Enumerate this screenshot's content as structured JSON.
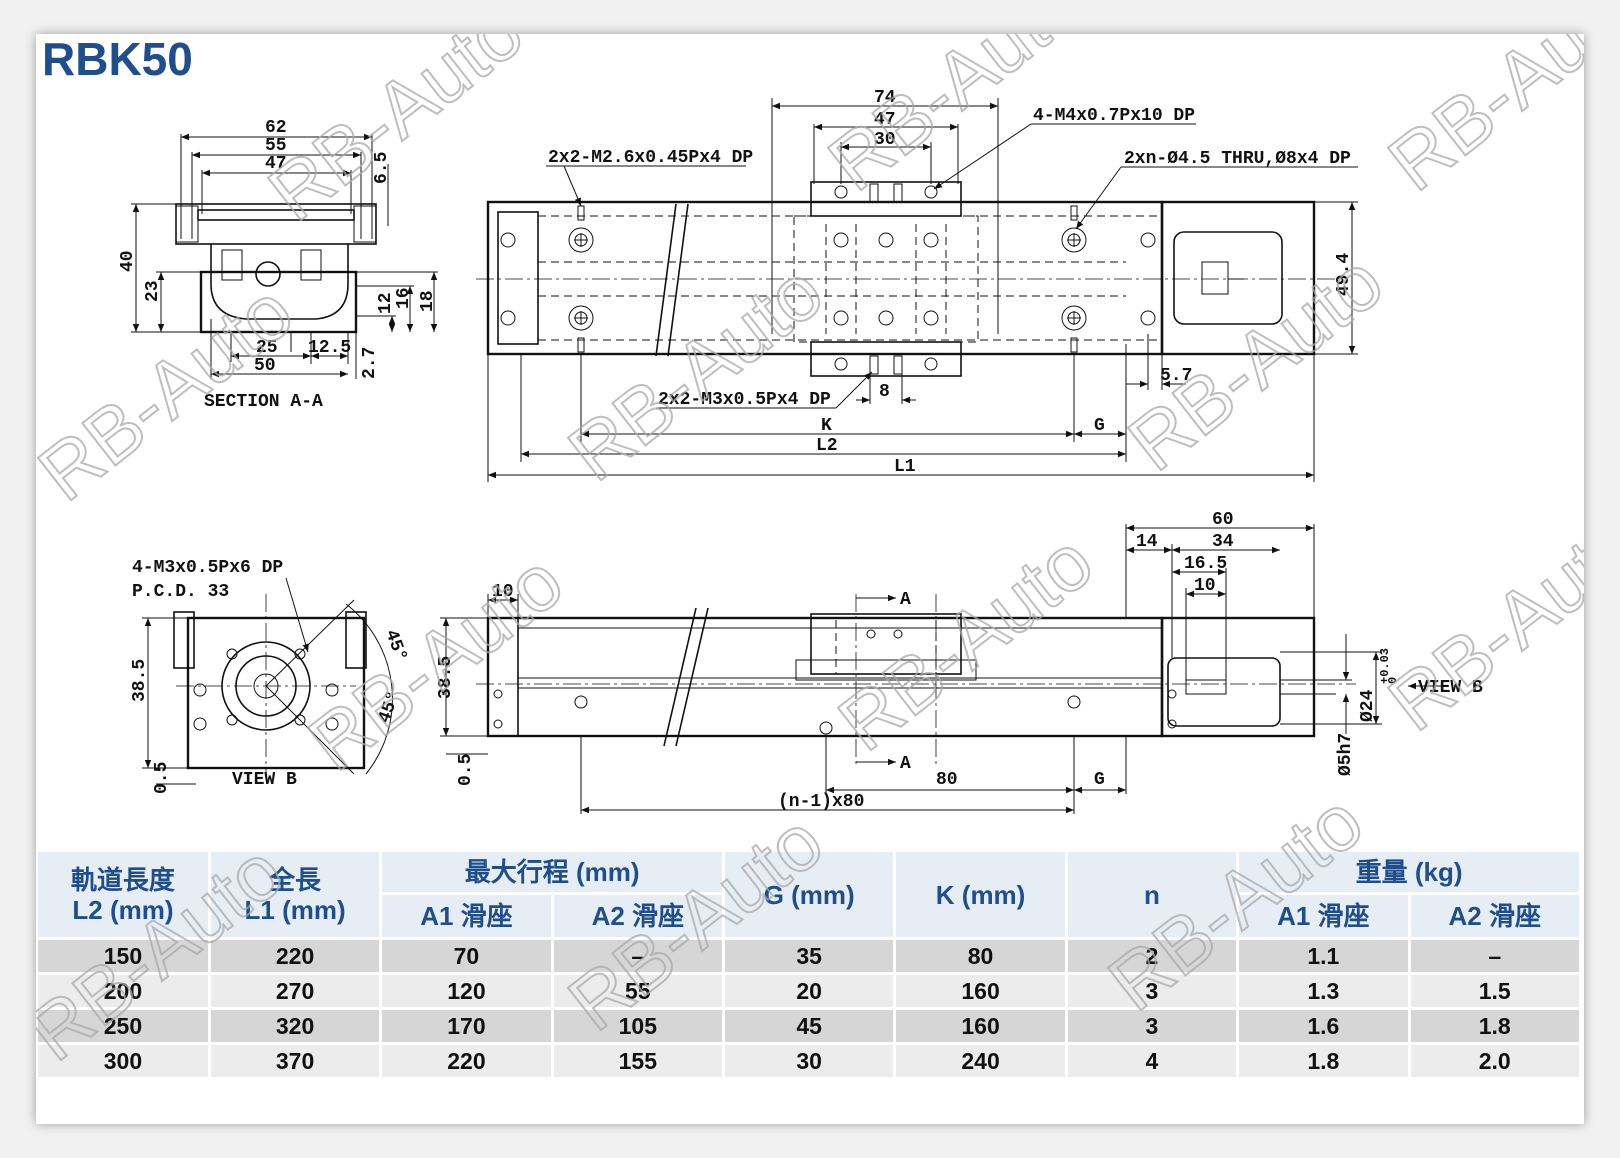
{
  "title": "RBK50",
  "watermark": "RB-Auto",
  "section_view": {
    "caption": "SECTION A-A",
    "dims": {
      "w62": "62",
      "w55": "55",
      "w47": "47",
      "h6_5": "6.5",
      "h40": "40",
      "h23": "23",
      "w25": "25",
      "w12_5": "12.5",
      "w50": "50",
      "h2_7": "2.7",
      "h12": "12",
      "h16": "16",
      "h18": "18"
    }
  },
  "top_view": {
    "dims": {
      "d74": "74",
      "d47": "47",
      "d30": "30",
      "d49_4": "49.4",
      "d5_7": "5.7",
      "d8": "8",
      "K": "K",
      "G": "G",
      "L2": "L2",
      "L1": "L1"
    },
    "callouts": {
      "m26": "2x2-M2.6x0.45Px4 DP",
      "m4": "4-M4x0.7Px10 DP",
      "thru": "2xn-Ø4.5 THRU,Ø8x4 DP",
      "m3": "2x2-M3x0.5Px4 DP"
    }
  },
  "view_b": {
    "caption": "VIEW B",
    "callout": "4-M3x0.5Px6 DP",
    "pcd": "P.C.D. 33",
    "dims": {
      "h38_5": "38.5",
      "h0_5": "0.5",
      "a45_top": "45°",
      "a45_bot": "45°"
    }
  },
  "side_view": {
    "dims": {
      "d10": "10",
      "d38_5": "38.5",
      "d0_5": "0.5",
      "d60": "60",
      "d14": "14",
      "d34": "34",
      "d16_5": "16.5",
      "d10b": "10",
      "d80": "80",
      "G": "G",
      "n80": "(n-1)x80",
      "d24": "Ø24",
      "tol": "+0.03",
      "tol0": "0",
      "d5h7": "Ø5h7",
      "viewb": "VIEW B",
      "secA": "A"
    }
  },
  "table": {
    "headers": {
      "l2": "軌道長度",
      "l2_unit": "L2 (mm)",
      "l1": "全長",
      "l1_unit": "L1 (mm)",
      "stroke": "最大行程 (mm)",
      "a1": "A1 滑座",
      "a2": "A2 滑座",
      "g": "G (mm)",
      "k": "K (mm)",
      "n": "n",
      "weight": "重量 (kg)",
      "wa1": "A1 滑座",
      "wa2": "A2 滑座"
    },
    "rows": [
      [
        "150",
        "220",
        "70",
        "–",
        "35",
        "80",
        "2",
        "1.1",
        "–"
      ],
      [
        "200",
        "270",
        "120",
        "55",
        "20",
        "160",
        "3",
        "1.3",
        "1.5"
      ],
      [
        "250",
        "320",
        "170",
        "105",
        "45",
        "160",
        "3",
        "1.6",
        "1.8"
      ],
      [
        "300",
        "370",
        "220",
        "155",
        "30",
        "240",
        "4",
        "1.8",
        "2.0"
      ]
    ]
  }
}
